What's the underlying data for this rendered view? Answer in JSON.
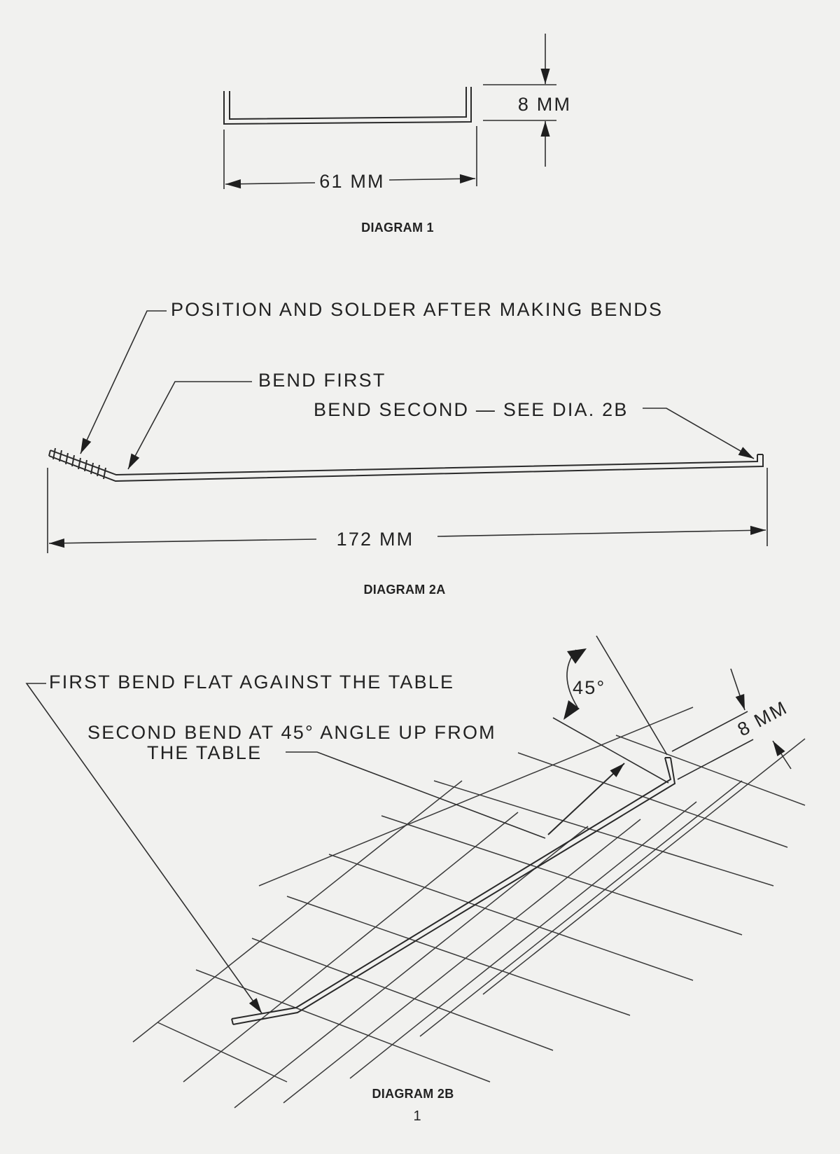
{
  "diagram1": {
    "caption": "DIAGRAM 1",
    "height_label": "8 MM",
    "width_label": "61 MM"
  },
  "diagram2a": {
    "caption": "DIAGRAM 2A",
    "solder_note": "POSITION AND SOLDER AFTER MAKING BENDS",
    "bend_first": "BEND FIRST",
    "bend_second": "BEND SECOND — SEE DIA. 2B",
    "length_label": "172 MM"
  },
  "diagram2b": {
    "caption": "DIAGRAM 2B",
    "first_bend_note": "FIRST BEND FLAT AGAINST THE TABLE",
    "second_bend_line1": "SECOND BEND AT 45° ANGLE UP FROM",
    "second_bend_line2": "THE TABLE",
    "angle_label": "45°",
    "height_label": "8 MM"
  },
  "page_number": "1"
}
